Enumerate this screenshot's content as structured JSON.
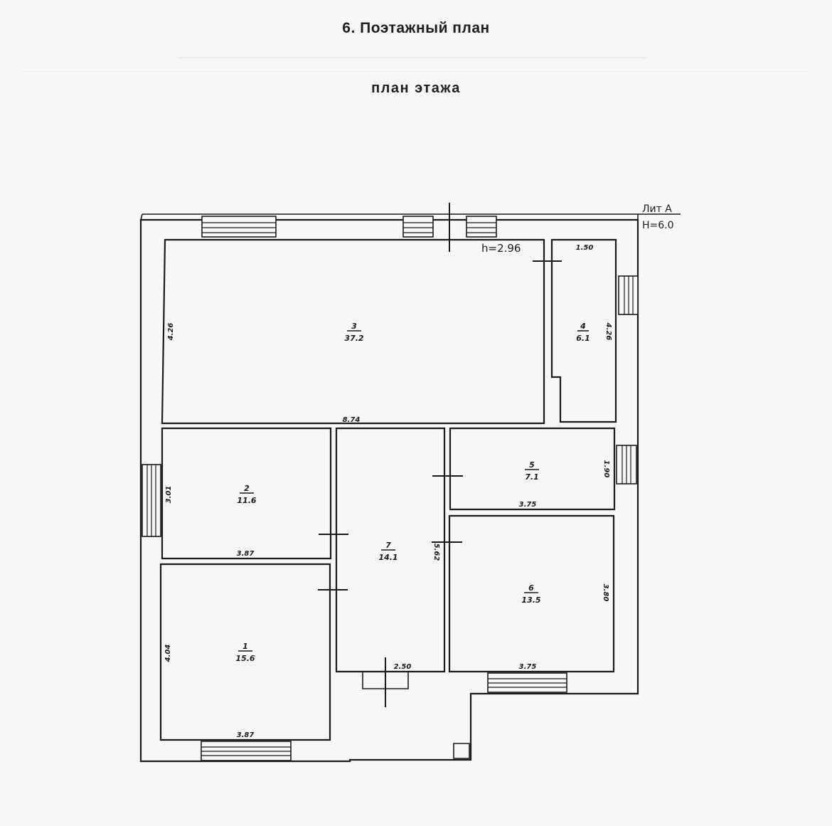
{
  "header": {
    "title": "6. Поэтажный план",
    "subtitle": "план  этажа"
  },
  "plan": {
    "lit_label": "Лит А",
    "building_height": "Н=6.0",
    "room_height": "h=2.96",
    "rooms": [
      {
        "number": "1",
        "area": "15.6"
      },
      {
        "number": "2",
        "area": "11.6"
      },
      {
        "number": "3",
        "area": "37.2"
      },
      {
        "number": "4",
        "area": "6.1"
      },
      {
        "number": "5",
        "area": "7.1"
      },
      {
        "number": "6",
        "area": "13.5"
      },
      {
        "number": "7",
        "area": "14.1"
      }
    ],
    "dimensions": {
      "room3_width": "8.74",
      "room3_height": "4.26",
      "room4_width": "1.50",
      "room4_height": "4.26",
      "room2_height": "3.01",
      "room2_width": "3.87",
      "room1_height": "4.04",
      "room1_width": "3.87",
      "room7_height": "5.62",
      "room7_width": "2.50",
      "room5_width": "3.75",
      "room5_height": "1.90",
      "room6_width": "3.75",
      "room6_height": "3.80"
    }
  }
}
